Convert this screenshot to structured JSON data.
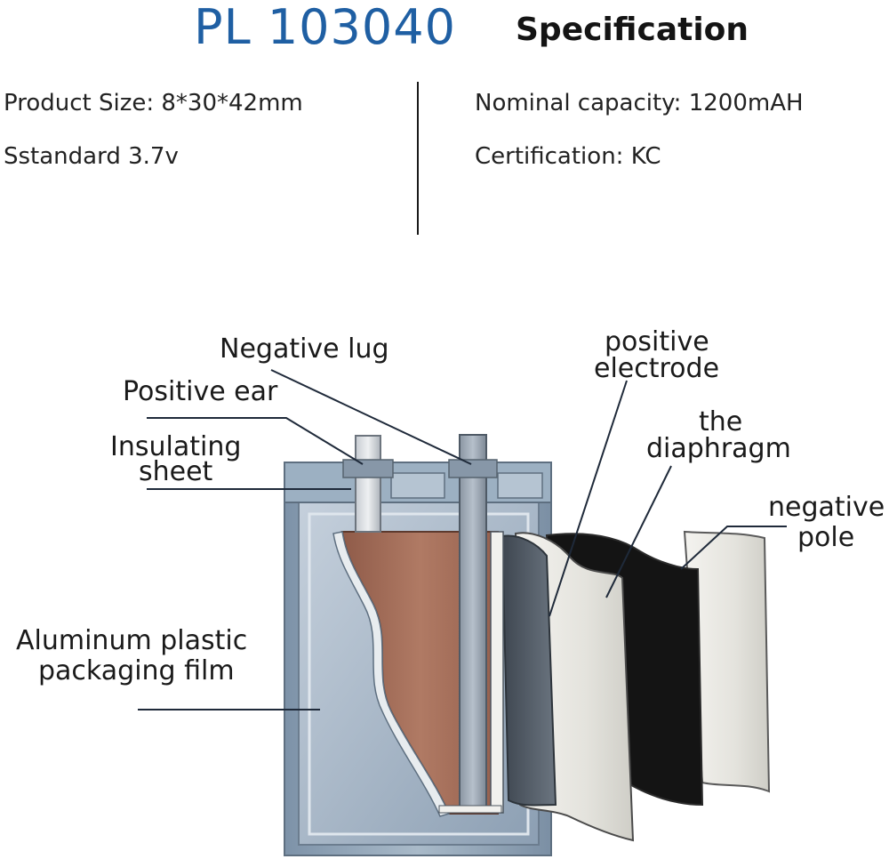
{
  "header": {
    "model": "PL 103040",
    "title": "Specification"
  },
  "specs": {
    "product_size": "Product Size: 8*30*42mm",
    "standard": "Sstandard 3.7v",
    "nominal_capacity": "Nominal capacity: 1200mAH",
    "certification": "Certification: KC"
  },
  "diagram": {
    "labels": {
      "negative_lug": "Negative lug",
      "positive_ear": "Positive ear",
      "insulating_sheet": [
        "Insulating",
        "sheet"
      ],
      "aluminum_film": [
        "Aluminum plastic",
        "packaging film"
      ],
      "positive_electrode": [
        "positive",
        "electrode"
      ],
      "diaphragm": [
        "the",
        "diaphragm"
      ],
      "negative_pole": [
        "negative",
        "pole"
      ]
    },
    "colors": {
      "brand_blue": "#1f5fa3",
      "casing": "#8fa3b8",
      "copper": "#a8705c",
      "electrode": "#5a6470",
      "separator": "#ecebe6",
      "negative_pole": "#141414"
    }
  }
}
